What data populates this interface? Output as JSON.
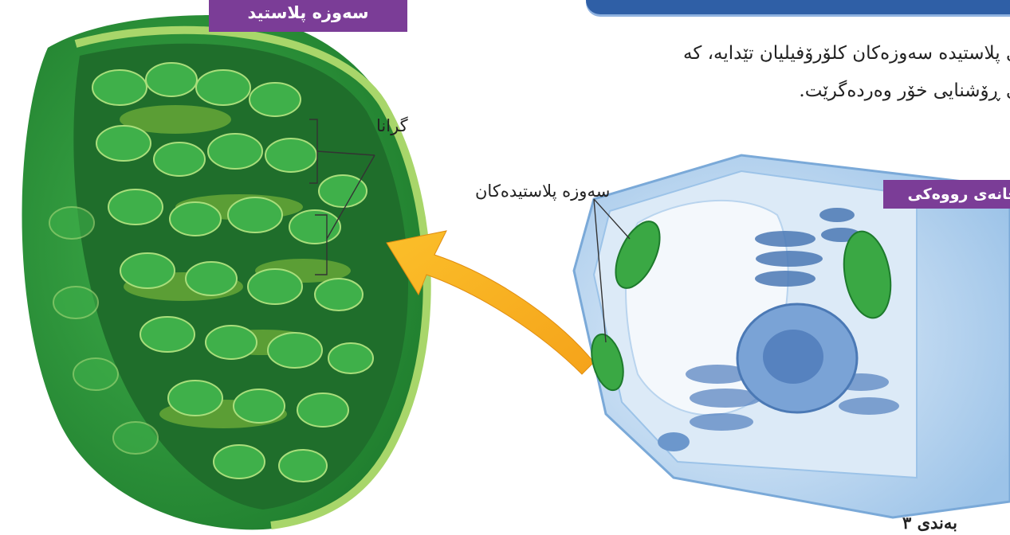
{
  "chloroplast_label": "سەوزە پلاستید",
  "cell_label": "خانەی رووەکی",
  "body_text": {
    "line1": "ی پلاستیدە سەوزەکان کلۆرۆفیلیان تێدایە، کە",
    "line2": "ی ڕۆشنایی خۆر وەردەگرێت."
  },
  "callouts": {
    "grana": "گرانا",
    "chloroplasts": "سەوزە پلاستیدەکان"
  },
  "figure_caption": "بەندی ٣",
  "colors": {
    "label_purple": "#7b3d97",
    "banner_blue": "#2f5fa6",
    "chloroplast_green": "#2f9d3e",
    "cell_blue": "#9cc3e8",
    "arrow_orange": "#f5a31a"
  }
}
